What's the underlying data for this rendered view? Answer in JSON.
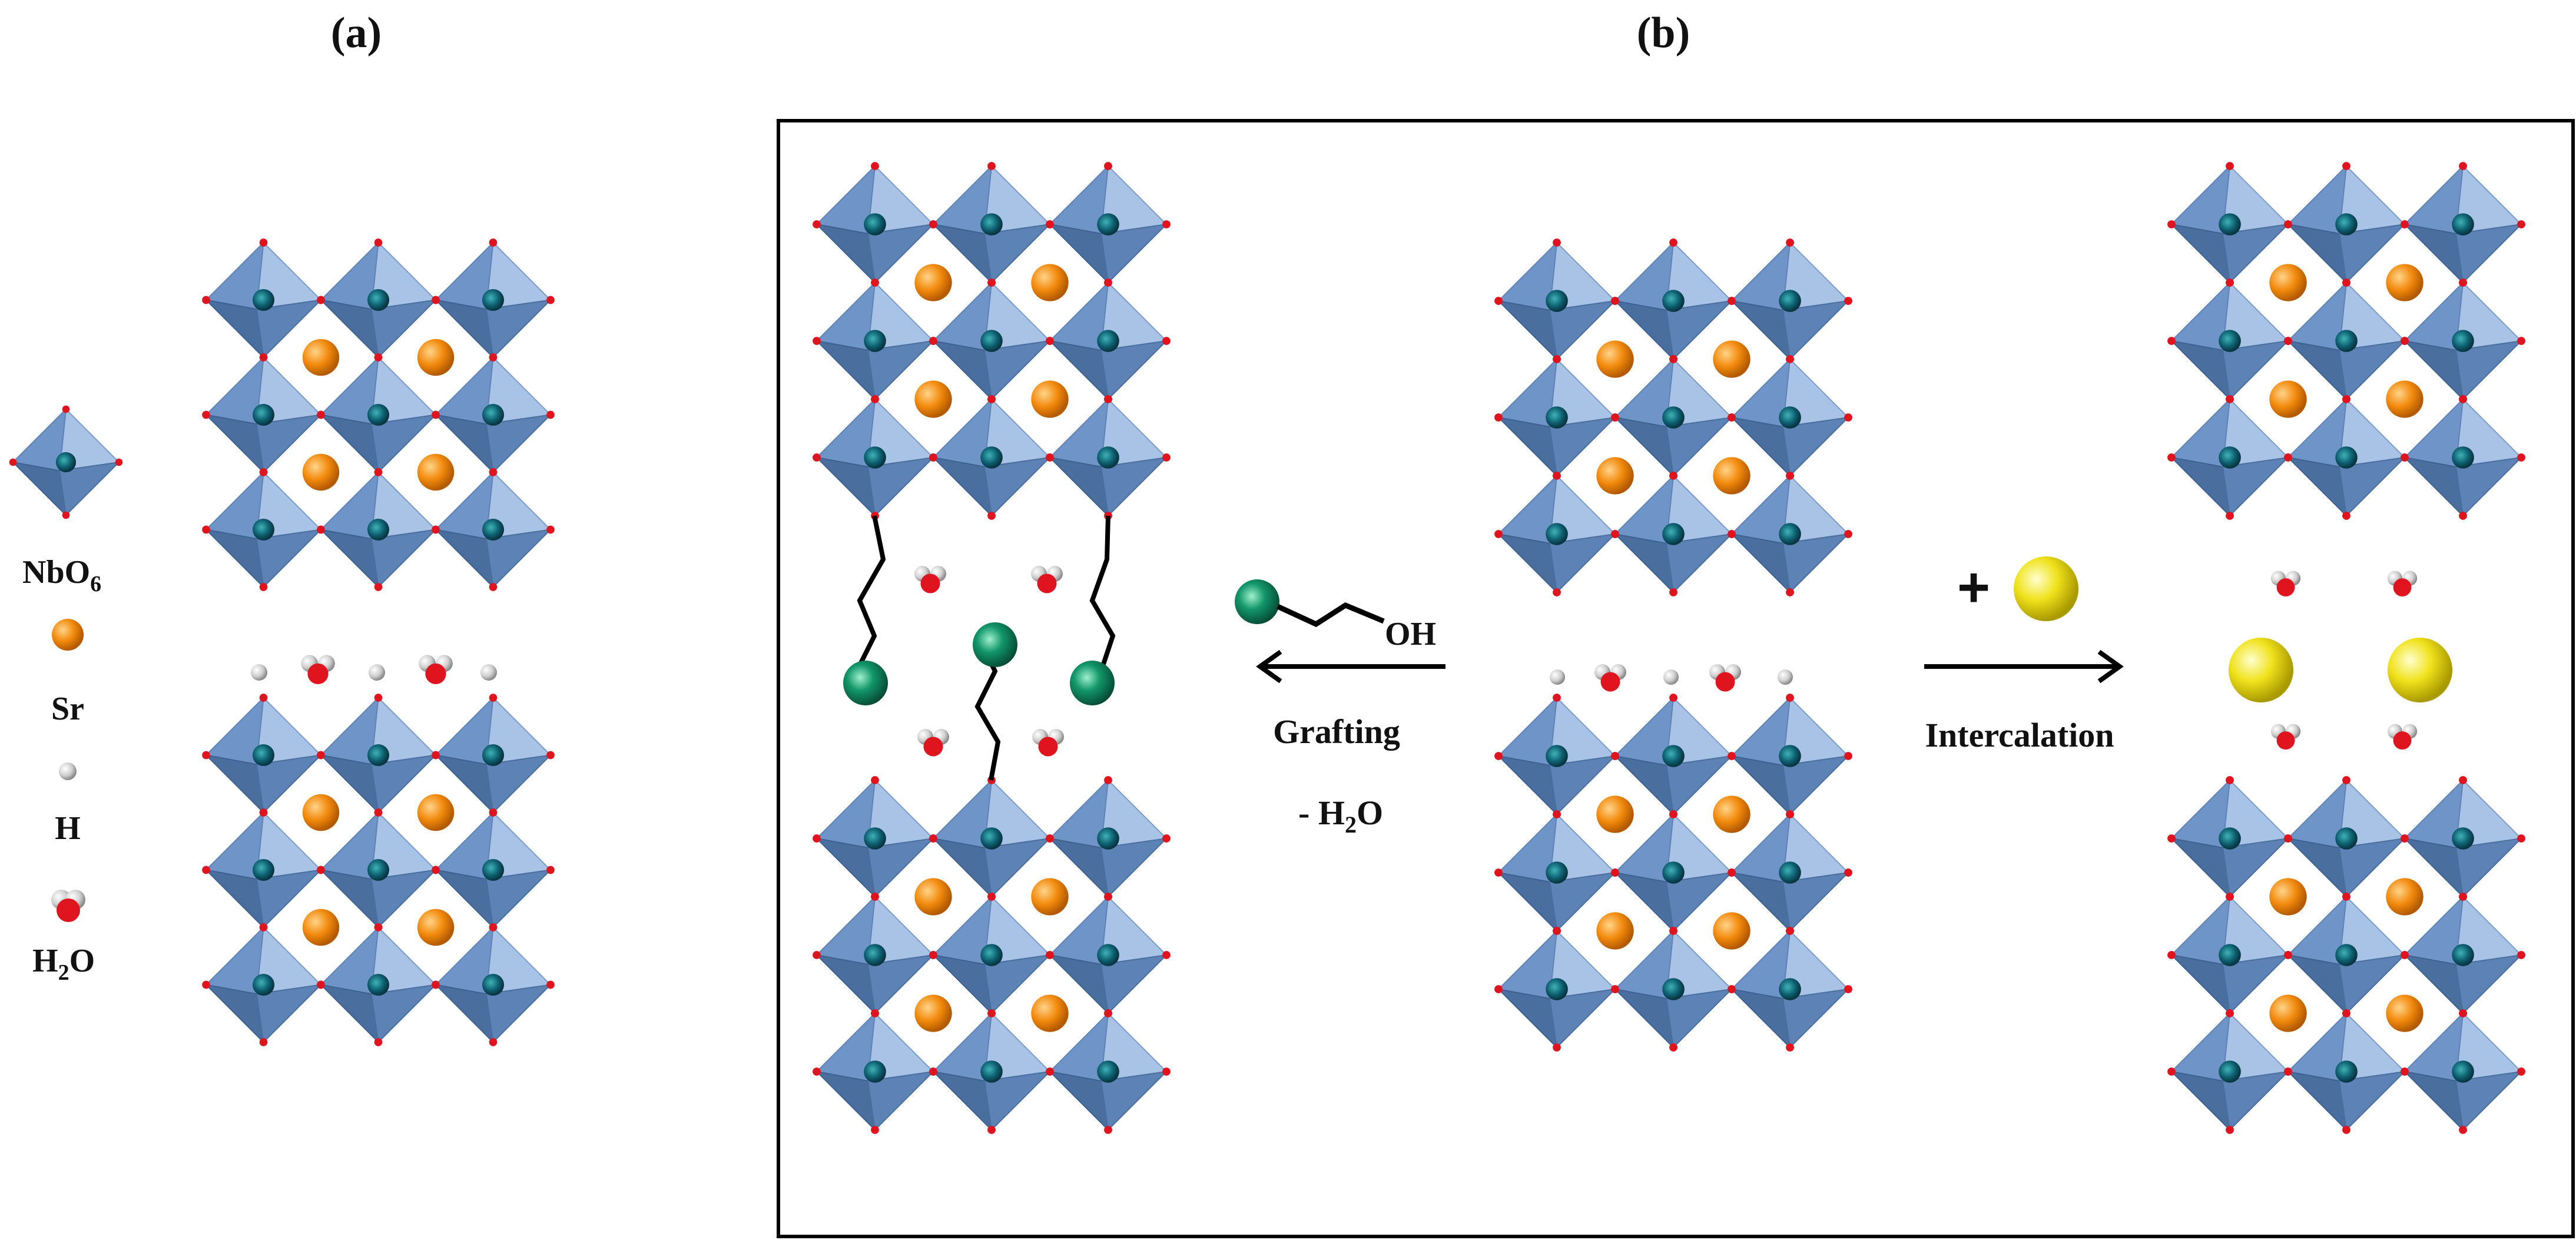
{
  "panels": {
    "a_label": "(a)",
    "b_label": "(b)"
  },
  "legend": {
    "items": [
      {
        "key": "nbo6",
        "label_main": "NbO",
        "label_sub": "6"
      },
      {
        "key": "sr",
        "label_main": "Sr"
      },
      {
        "key": "h",
        "label_main": "H"
      },
      {
        "key": "h2o",
        "label_pre": "H",
        "label_sub": "2",
        "label_post": "O"
      }
    ]
  },
  "reactions": {
    "grafting": {
      "reagent_group": "OH",
      "label": "Grafting",
      "byproduct_pre": "- H",
      "byproduct_sub": "2",
      "byproduct_post": "O"
    },
    "intercalation": {
      "plus": "+",
      "label": "Intercalation"
    }
  },
  "colors": {
    "octahedron_dark": "#4a6f9f",
    "octahedron_mid": "#6f95c8",
    "octahedron_light": "#a9c3e6",
    "nb_center": "#0d5f70",
    "oxygen": "#e0141e",
    "sr": "#f28a0d",
    "hydrogen": "#d9d9d9",
    "organic": "#0e8a5f",
    "intercalant": "#f0e21c"
  }
}
